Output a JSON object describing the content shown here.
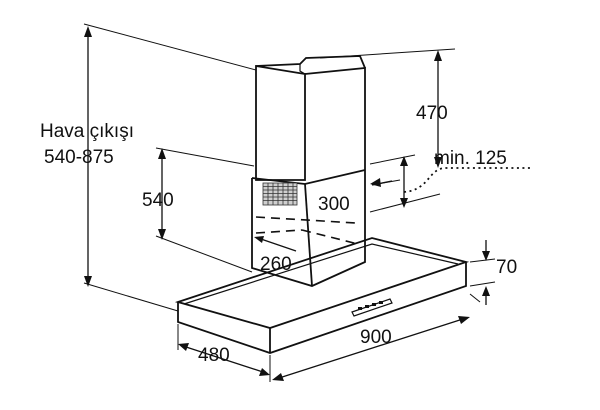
{
  "diagram": {
    "labels": {
      "air_outlet_title": "Hava çıkışı",
      "air_outlet_range": "540-875",
      "dim_540": "540",
      "dim_470": "470",
      "dim_min_125": "min. 125",
      "dim_300": "300",
      "dim_260": "260",
      "dim_70": "70",
      "dim_900": "900",
      "dim_480": "480"
    }
  }
}
